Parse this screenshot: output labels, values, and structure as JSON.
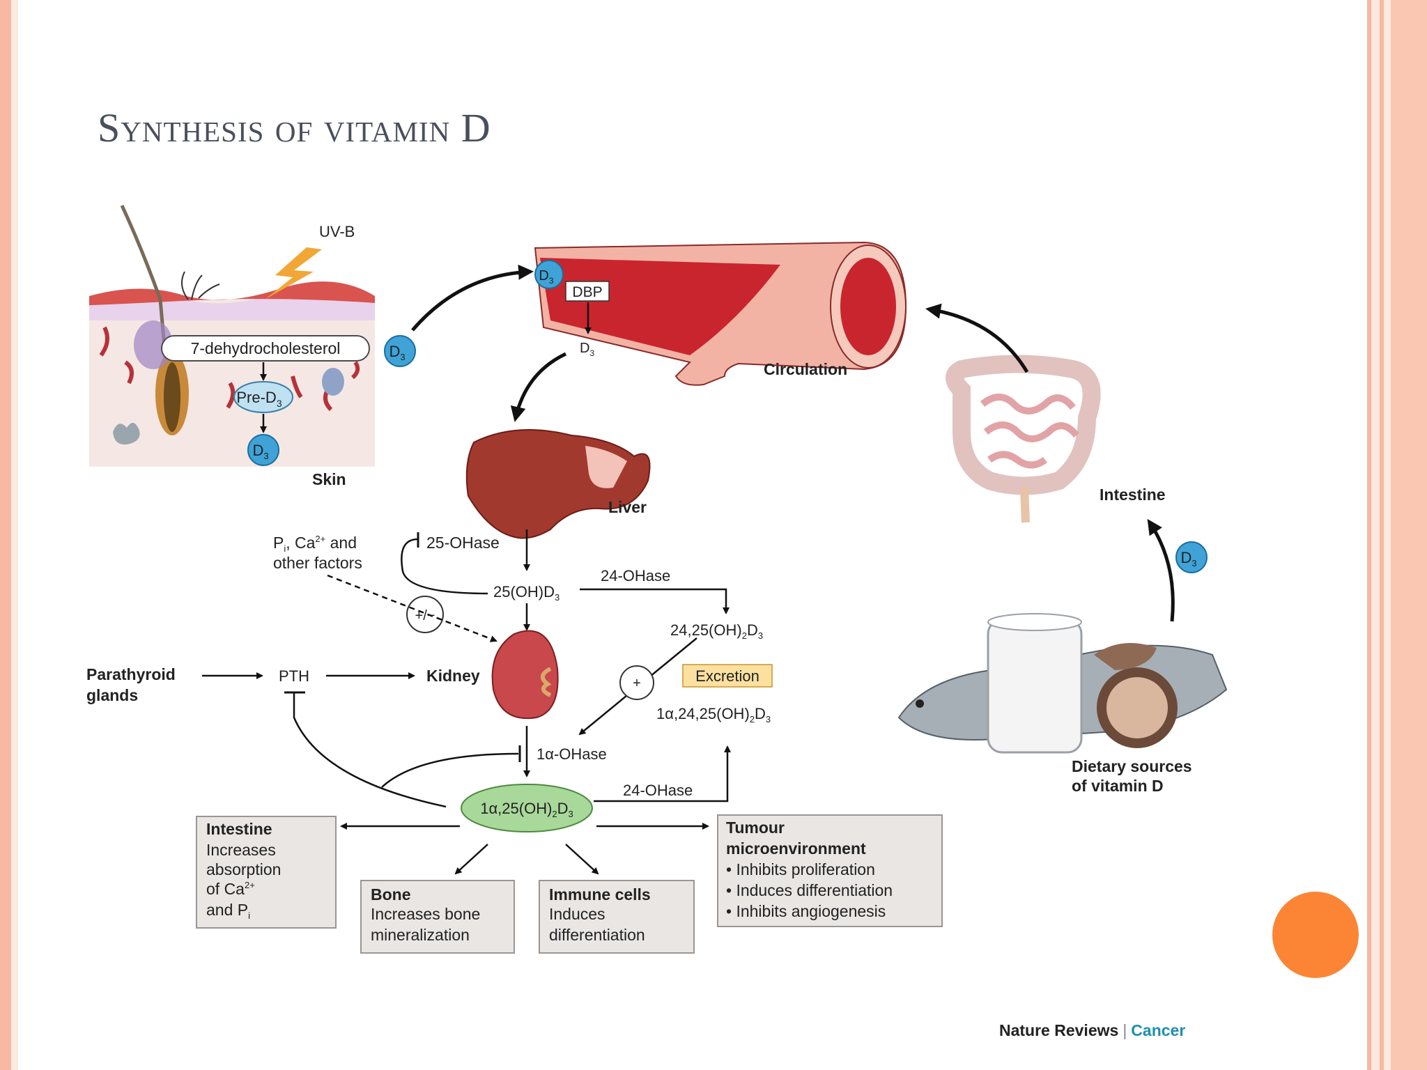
{
  "slide": {
    "title": "Synthesis of vitamin D",
    "accent_color": "#fb8535",
    "frame_color": "#f7b9a0"
  },
  "diagram": {
    "skin": {
      "uvb": "UV-B",
      "dehydrocholesterol": "7-dehydrocholesterol",
      "pre_d3": "Pre-D",
      "d3": "D",
      "label": "Skin"
    },
    "circulation": {
      "d3_badge": "D",
      "dbp": "DBP",
      "d3_released": "D",
      "label": "Circulation"
    },
    "liver": {
      "label": "Liver",
      "enzyme": "25-OHase",
      "factors_line1": "P",
      "factors_line1_rest": ", Ca",
      "factors_line1_end": " and",
      "factors_line2": "other factors",
      "regulation": "+/−",
      "product": "25(OH)D"
    },
    "branch": {
      "enzyme": "24-OHase",
      "product": "24,25(OH)",
      "product_end": "D"
    },
    "kidney": {
      "parathyroid_line1": "Parathyroid",
      "parathyroid_line2": "glands",
      "pth": "PTH",
      "label": "Kidney",
      "plus": "+",
      "excretion": "Excretion",
      "excretion_product": "1α,24,25(OH)",
      "excretion_product_end": "D",
      "enzyme": "1α-OHase",
      "enzyme2": "24-OHase",
      "active": "1α,25(OH)",
      "active_end": "D"
    },
    "effects": {
      "intestine": {
        "title": "Intestine",
        "lines": [
          "Increases",
          "absorption",
          "of Ca",
          "and P"
        ]
      },
      "bone": {
        "title": "Bone",
        "lines": [
          "Increases bone",
          "mineralization"
        ]
      },
      "immune": {
        "title": "Immune cells",
        "lines": [
          "Induces",
          "differentiation"
        ]
      },
      "tumour": {
        "title_line1": "Tumour",
        "title_line2": "microenvironment",
        "bullets": [
          "• Inhibits proliferation",
          "• Induces differentiation",
          "• Inhibits angiogenesis"
        ]
      }
    },
    "diet": {
      "intestine_label": "Intestine",
      "d3_badge": "D",
      "label_line1": "Dietary sources",
      "label_line2": "of vitamin D"
    },
    "sub3": "3",
    "sub2": "2",
    "subi": "i",
    "ca_sup": "2+"
  },
  "credit": {
    "publisher": "Nature Reviews",
    "journal": "Cancer"
  }
}
